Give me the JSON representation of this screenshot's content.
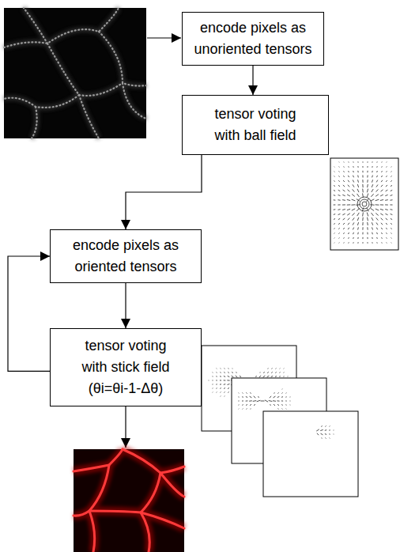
{
  "diagram": {
    "nodes": [
      {
        "text": [
          "encode pixels as unoriented tensors"
        ]
      },
      {
        "text": [
          "tensor voting with ball field"
        ]
      },
      {
        "text": [
          "encode pixels as oriented tensors"
        ]
      },
      {
        "text": [
          "tensor voting with stick field (θi=θi-1-Δθ)"
        ]
      }
    ],
    "edges": [
      {
        "from": 0,
        "to": 1,
        "arrow": "to"
      },
      {
        "from": 1,
        "to": 2,
        "arrow": "to"
      },
      {
        "from": 2,
        "to": 3,
        "arrow": "to"
      },
      {
        "from": 3,
        "to": 2,
        "arrow": "to"
      }
    ]
  }
}
